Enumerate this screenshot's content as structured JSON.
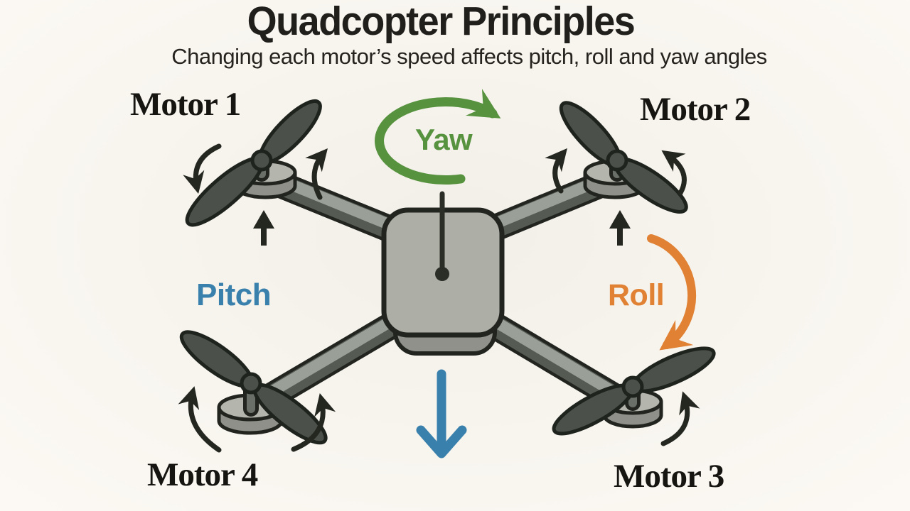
{
  "title": "Quadcopter Principles",
  "subtitle": "Changing each motor’s speed affects pitch, roll and yaw angles",
  "motors": {
    "motor1": "Motor 1",
    "motor2": "Motor 2",
    "motor3": "Motor 3",
    "motor4": "Motor 4"
  },
  "axes": {
    "yaw": "Yaw",
    "pitch": "Pitch",
    "roll": "Roll"
  },
  "colors": {
    "background": "#f8f5ef",
    "ink": "#211f1c",
    "yaw_green": "#57923f",
    "pitch_blue": "#3a80ac",
    "roll_orange": "#e08134",
    "drone_body": "#adaea6",
    "drone_body_underside": "#8f918a",
    "arm_light": "#9aa098",
    "arm_dark": "#555a53",
    "hub_top": "#b4b5ad",
    "hub_side": "#8e9089",
    "propeller": "#4b504a",
    "outline": "#22251f",
    "arrow_black": "#24271f"
  }
}
